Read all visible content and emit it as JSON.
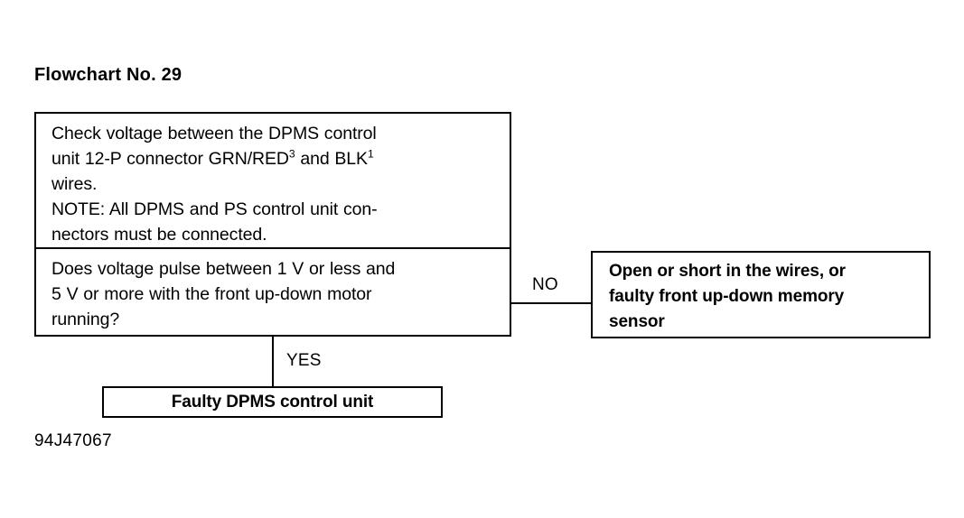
{
  "title": "Flowchart No. 29",
  "caption": "94J47067",
  "boxes": {
    "check": {
      "instruction_line1": "Check voltage between the DPMS control",
      "instruction_line2_pre": "unit 12-P connector GRN/RED",
      "instruction_line2_sup1": "3",
      "instruction_line2_mid": " and BLK",
      "instruction_line2_sup2": "1",
      "instruction_line3": "wires.",
      "note_line1": "NOTE: All DPMS and PS control unit con-",
      "note_line2": "nectors must be connected.",
      "question_line1": "Does voltage pulse between 1 V or less and",
      "question_line2": "5 V or more with the front up-down motor",
      "question_line3": "running?"
    },
    "no_result": {
      "line1": "Open or short in the wires, or",
      "line2": "faulty front up-down memory",
      "line3": "sensor"
    },
    "yes_result": {
      "label": "Faulty DPMS control unit"
    }
  },
  "branches": {
    "no_label": "NO",
    "yes_label": "YES"
  },
  "colors": {
    "ink": "#000000",
    "paper": "#ffffff"
  }
}
